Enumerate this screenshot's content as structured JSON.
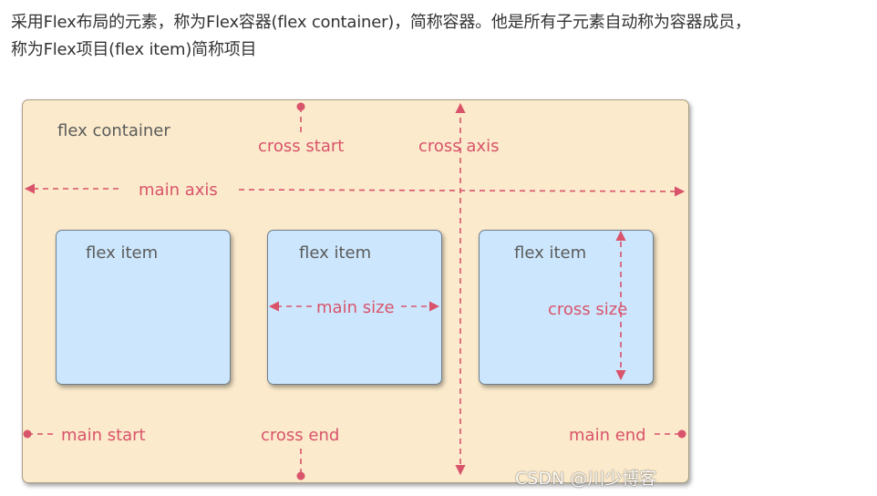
{
  "intro": {
    "line1": "采用Flex布局的元素，称为Flex容器(flex container)，简称容器。他是所有子元素自动称为容器成员，",
    "line2": "称为Flex项目(flex item)简称项目"
  },
  "diagram": {
    "container_label": "flex container",
    "item_labels": [
      "flex item",
      "flex item",
      "flex item"
    ],
    "main_axis": "main axis",
    "cross_axis": "cross axis",
    "cross_start": "cross start",
    "cross_end": "cross end",
    "main_start": "main start",
    "main_end": "main end",
    "main_size": "main size",
    "cross_size": "cross size"
  },
  "watermark": "CSDN @川少博客",
  "colors": {
    "container_bg": "#fbeacb",
    "item_bg": "#cce7fd",
    "annotation": "#d9536b",
    "text": "#333333"
  }
}
